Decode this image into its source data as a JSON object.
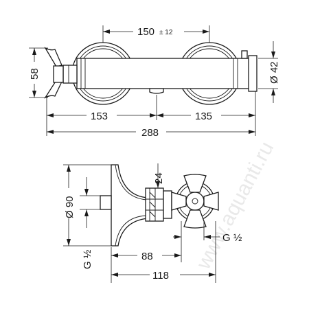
{
  "watermark": "www.aquanti.ru",
  "top_view": {
    "dim_center_distance": "150",
    "dim_center_tolerance": "± 12",
    "dim_height": "58",
    "dim_body_diameter": "Ø 42",
    "dim_left_length": "153",
    "dim_right_length": "135",
    "dim_total_length": "288"
  },
  "side_view": {
    "dim_rosette_diameter": "Ø 90",
    "dim_vertical": "24",
    "dim_depth_88": "88",
    "dim_depth_118": "118",
    "thread_right": "G ½",
    "thread_left": "G ½"
  }
}
